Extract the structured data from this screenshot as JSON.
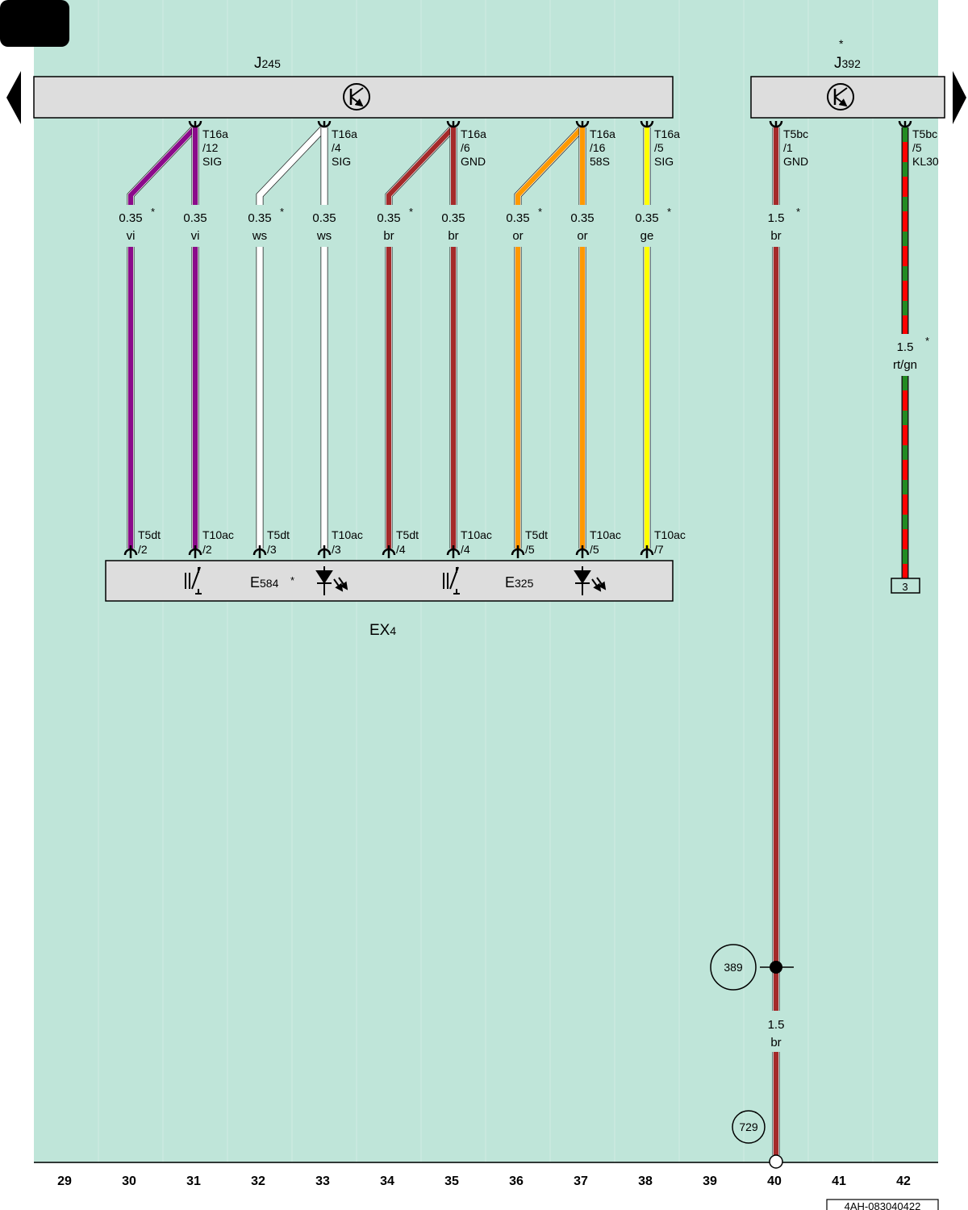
{
  "colors": {
    "background": "#bfe5d9",
    "component": "#dddddd",
    "vi": "#8b0a8b",
    "ws": "#ffffff",
    "br": "#a52a2a",
    "or": "#ff9900",
    "ge": "#ffff00",
    "rt": "#ff0000",
    "gn": "#228b22"
  },
  "components": {
    "j245": {
      "letter": "J",
      "number": "245"
    },
    "j392": {
      "letter": "J",
      "number": "392",
      "asterisk": "*"
    },
    "ex4": {
      "letter": "EX",
      "number": "4"
    },
    "e584": {
      "letter": "E",
      "number": "584",
      "asterisk": "*"
    },
    "e325": {
      "letter": "E",
      "number": "325"
    }
  },
  "top_pins": [
    {
      "connector": "T16a",
      "pin": "/12",
      "signal": "SIG"
    },
    {
      "connector": "T16a",
      "pin": "/4",
      "signal": "SIG"
    },
    {
      "connector": "T16a",
      "pin": "/6",
      "signal": "GND"
    },
    {
      "connector": "T16a",
      "pin": "/16",
      "signal": "58S"
    },
    {
      "connector": "T16a",
      "pin": "/5",
      "signal": "SIG"
    },
    {
      "connector": "T5bc",
      "pin": "/1",
      "signal": "GND"
    },
    {
      "connector": "T5bc",
      "pin": "/5",
      "signal": "KL30"
    }
  ],
  "wire_labels": [
    {
      "size": "0.35",
      "color": "vi",
      "asterisk": "*"
    },
    {
      "size": "0.35",
      "color": "vi",
      "asterisk": ""
    },
    {
      "size": "0.35",
      "color": "ws",
      "asterisk": "*"
    },
    {
      "size": "0.35",
      "color": "ws",
      "asterisk": ""
    },
    {
      "size": "0.35",
      "color": "br",
      "asterisk": "*"
    },
    {
      "size": "0.35",
      "color": "br",
      "asterisk": ""
    },
    {
      "size": "0.35",
      "color": "or",
      "asterisk": "*"
    },
    {
      "size": "0.35",
      "color": "or",
      "asterisk": ""
    },
    {
      "size": "0.35",
      "color": "ge",
      "asterisk": "*"
    },
    {
      "size": "1.5",
      "color": "br",
      "asterisk": "*"
    },
    {
      "size": "1.5",
      "color": "rt/gn",
      "asterisk": "*"
    },
    {
      "size": "1.5",
      "color": "br",
      "asterisk": ""
    }
  ],
  "bottom_pins": [
    {
      "connector": "T5dt",
      "pin": "/2"
    },
    {
      "connector": "T10ac",
      "pin": "/2"
    },
    {
      "connector": "T5dt",
      "pin": "/3"
    },
    {
      "connector": "T10ac",
      "pin": "/3"
    },
    {
      "connector": "T5dt",
      "pin": "/4"
    },
    {
      "connector": "T10ac",
      "pin": "/4"
    },
    {
      "connector": "T5dt",
      "pin": "/5"
    },
    {
      "connector": "T10ac",
      "pin": "/5"
    },
    {
      "connector": "T10ac",
      "pin": "/7"
    }
  ],
  "references": {
    "ground_ref": "389",
    "continuation_ref": "729",
    "terminal": "3"
  },
  "columns": [
    "29",
    "30",
    "31",
    "32",
    "33",
    "34",
    "35",
    "36",
    "37",
    "38",
    "39",
    "40",
    "41",
    "42"
  ],
  "doc_id": "4AH-083040422"
}
